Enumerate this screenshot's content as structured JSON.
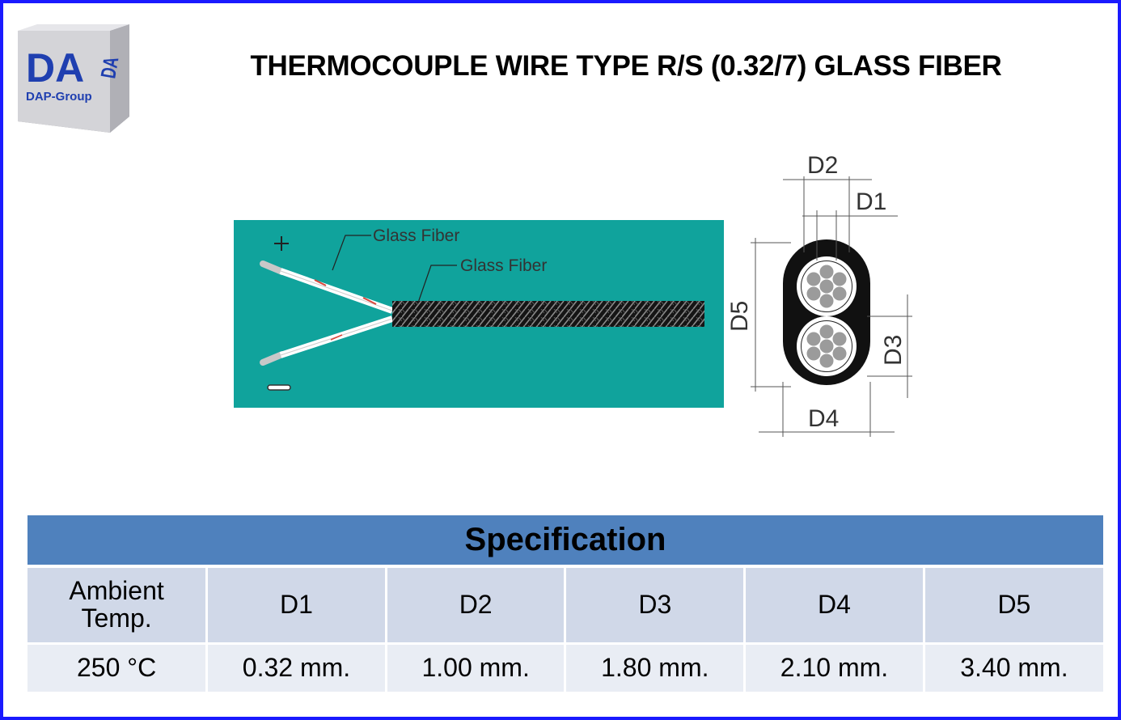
{
  "logo": {
    "mark": "DA",
    "name": "DAP-Group"
  },
  "title": "THERMOCOUPLE WIRE TYPE R/S (0.32/7) GLASS FIBER",
  "diagram": {
    "plus_sign": "+",
    "label_outer": "Glass Fiber",
    "label_inner": "Glass Fiber",
    "dims": [
      "D1",
      "D2",
      "D3",
      "D4",
      "D5"
    ],
    "colors": {
      "panel": "#10a39c",
      "jacket": "#111111",
      "stripe": "#d9463a",
      "frame": "#1a1aff",
      "header": "#4f81bd"
    }
  },
  "specification": {
    "title": "Specification",
    "headers": [
      "Ambient\nTemp.",
      "D1",
      "D2",
      "D3",
      "D4",
      "D5"
    ],
    "header_line1": "Ambient",
    "header_line2": "Temp.",
    "values": [
      "250 °C",
      "0.32 mm.",
      "1.00 mm.",
      "1.80 mm.",
      "2.10 mm.",
      "3.40 mm."
    ]
  }
}
